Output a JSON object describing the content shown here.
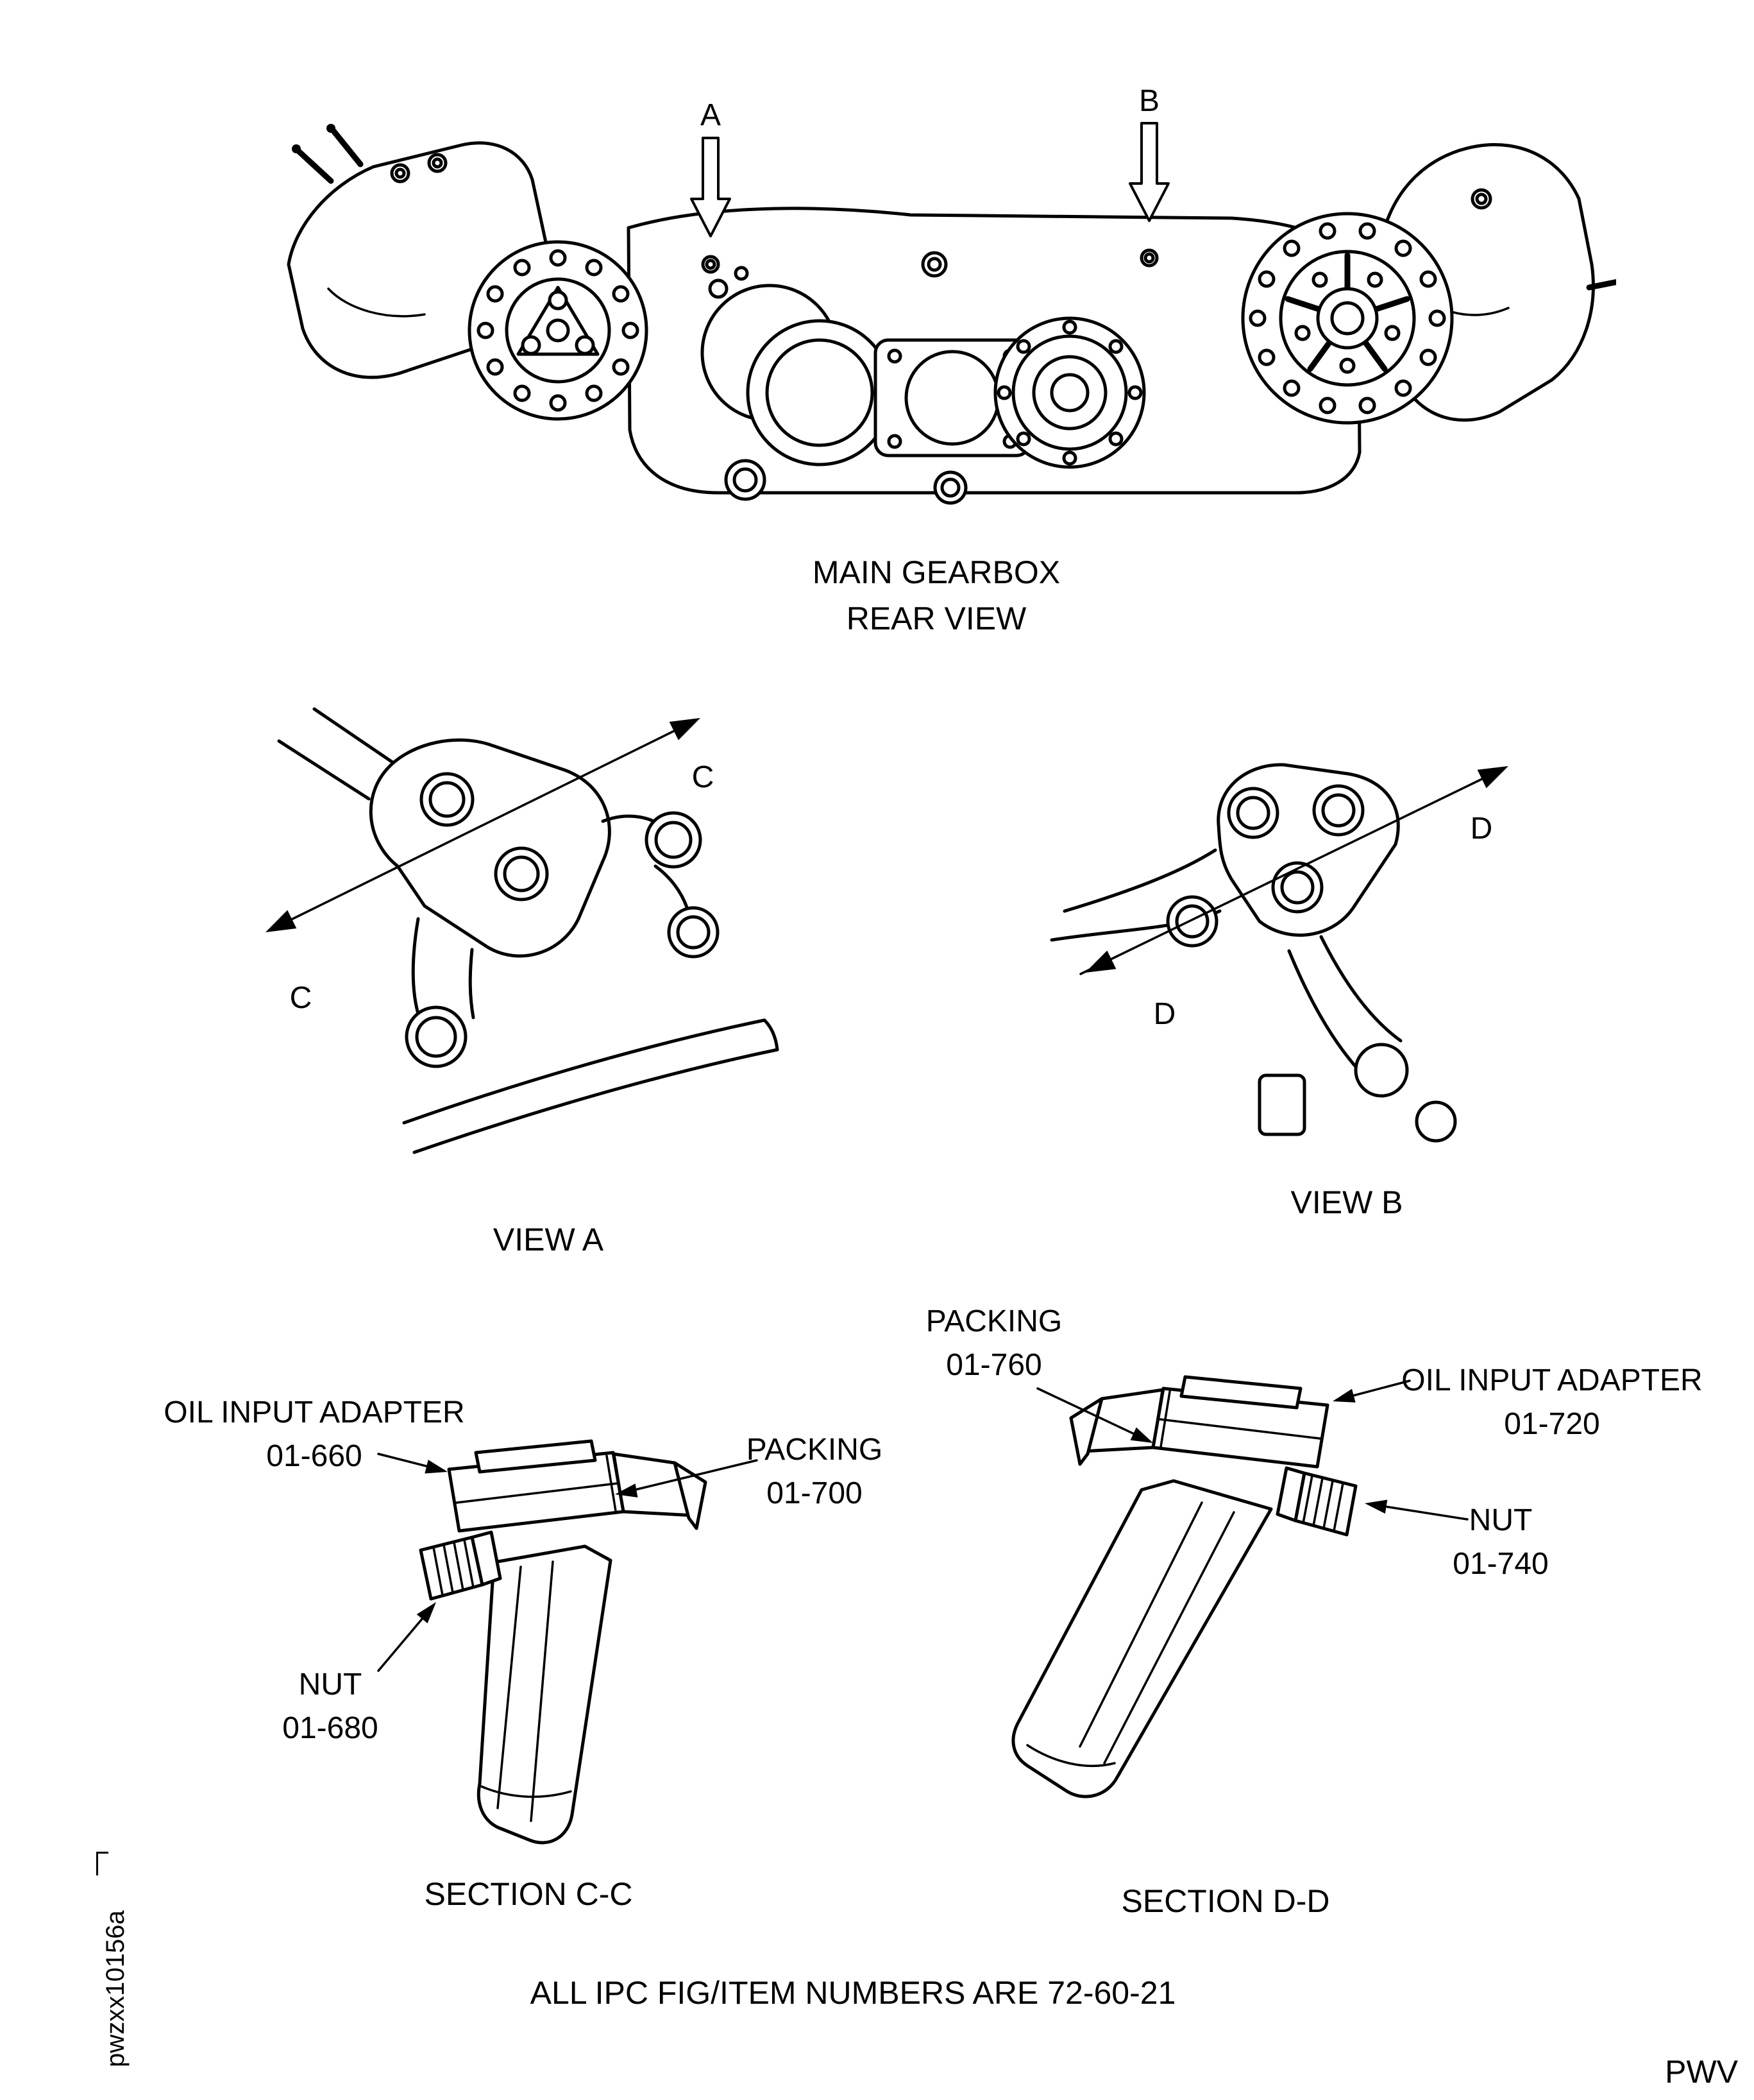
{
  "colors": {
    "line": "#000000",
    "background": "#ffffff",
    "text": "#000000"
  },
  "main_view": {
    "arrow_a": "A",
    "arrow_b": "B",
    "caption_line1": "MAIN GEARBOX",
    "caption_line2": "REAR VIEW"
  },
  "view_a": {
    "caption": "VIEW A",
    "marker": "C"
  },
  "view_b": {
    "caption": "VIEW B",
    "marker": "D"
  },
  "section_cc": {
    "caption": "SECTION C-C",
    "adapter_name": "OIL INPUT ADAPTER",
    "adapter_number": "01-660",
    "packing_name": "PACKING",
    "packing_number": "01-700",
    "nut_name": "NUT",
    "nut_number": "01-680"
  },
  "section_dd": {
    "caption": "SECTION D-D",
    "packing_name": "PACKING",
    "packing_number": "01-760",
    "adapter_name": "OIL INPUT ADAPTER",
    "adapter_number": "01-720",
    "nut_name": "NUT",
    "nut_number": "01-740"
  },
  "footer": {
    "note": "ALL IPC FIG/ITEM NUMBERS ARE 72-60-21",
    "drawing_id": "pwzxx10156a",
    "page_code": "PWV"
  }
}
